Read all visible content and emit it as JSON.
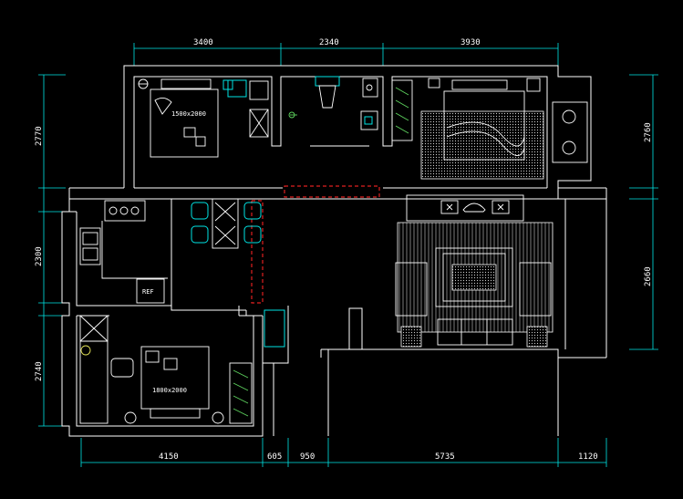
{
  "dimensions": {
    "top": [
      "3400",
      "2340",
      "3930"
    ],
    "bottom": [
      "4150",
      "605",
      "950",
      "5735",
      "1120"
    ],
    "left": [
      "2770",
      "2300",
      "2740"
    ],
    "right": [
      "2760",
      "2660"
    ]
  },
  "labels": {
    "bed_top": "1500x2000",
    "bed_bottom": "1800x2000",
    "fridge": "REF"
  },
  "colors": {
    "background": "#000000",
    "walls": "#ffffff",
    "dimension_lines": "#00e5e5",
    "openings": "#e02020",
    "plants": "#5ed35e",
    "highlights": "#e6e65a"
  }
}
